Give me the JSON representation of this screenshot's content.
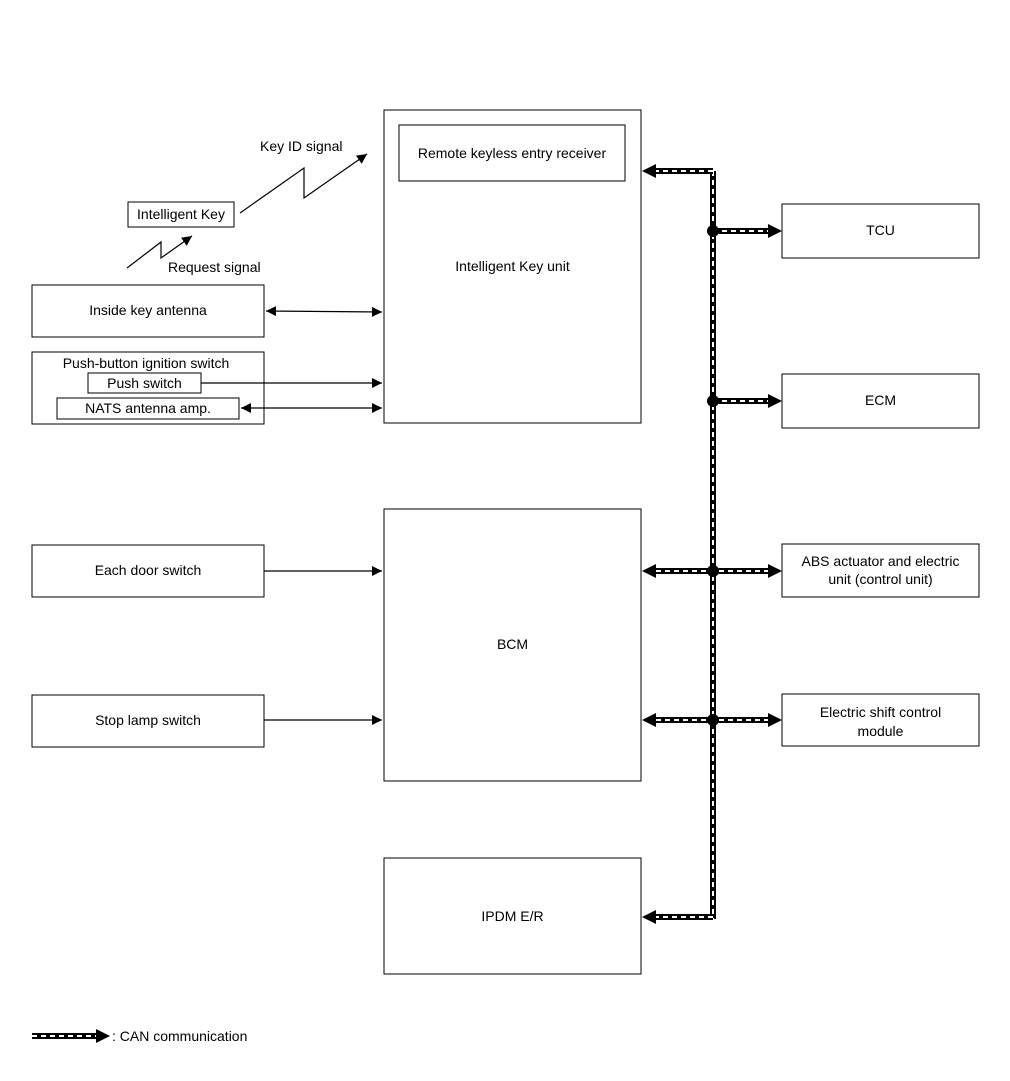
{
  "blocks": {
    "intelligent_key_unit": "Intelligent Key unit",
    "remote_keyless_entry_receiver": "Remote keyless entry receiver",
    "bcm": "BCM",
    "ipdm": "IPDM E/R",
    "tcu": "TCU",
    "ecm": "ECM",
    "abs_line1": "ABS actuator and electric",
    "abs_line2": "unit (control unit)",
    "esc_line1": "Electric shift control",
    "esc_line2": "module",
    "inside_key_antenna": "Inside key antenna",
    "push_button_ignition_switch": "Push-button ignition switch",
    "push_switch": "Push switch",
    "nats_antenna_amp": "NATS antenna amp.",
    "each_door_switch": "Each door switch",
    "stop_lamp_switch": "Stop lamp switch",
    "intelligent_key": "Intelligent Key"
  },
  "signals": {
    "key_id_signal": "Key ID signal",
    "request_signal": "Request signal"
  },
  "legend": {
    "can_communication": ": CAN communication"
  },
  "colors": {
    "line": "#000000",
    "background": "#ffffff"
  }
}
